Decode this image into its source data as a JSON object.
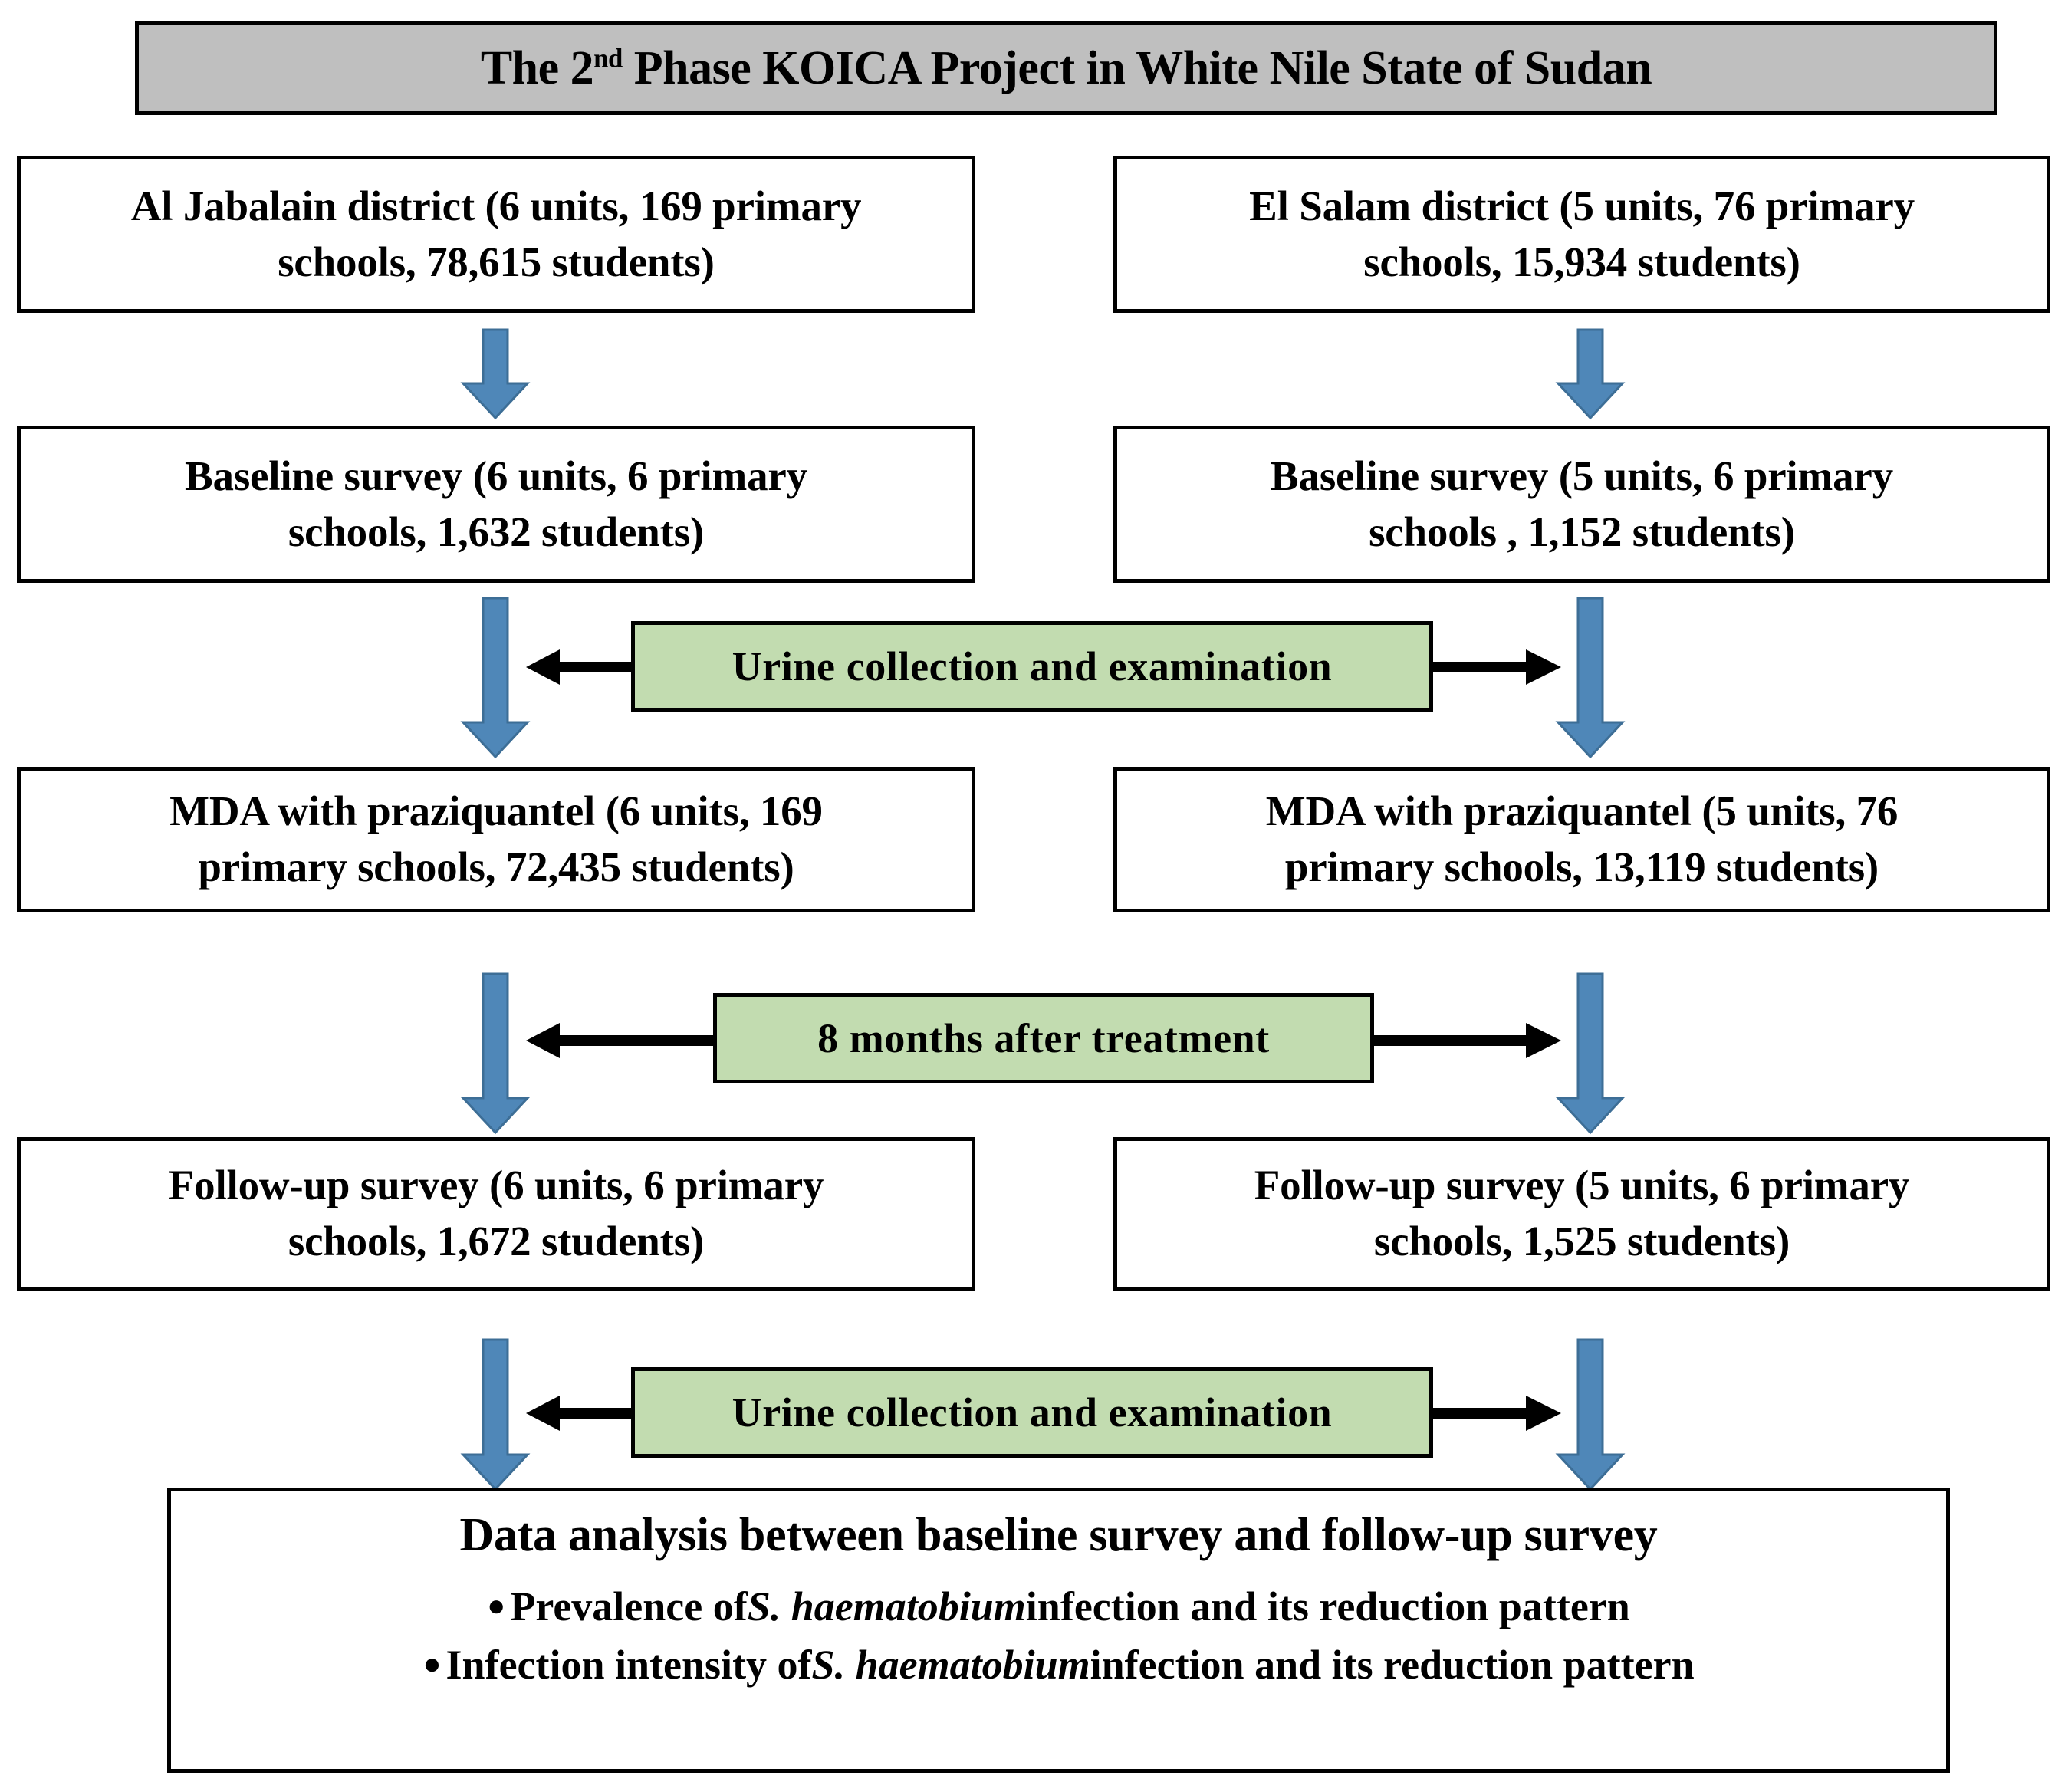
{
  "title": {
    "prefix": "The 2",
    "superscript": "nd",
    "suffix": " Phase KOICA Project in White Nile State of Sudan"
  },
  "colors": {
    "title_banner_fill": "#bfbfbf",
    "green_box_fill": "#c2dcb0",
    "blue_arrow_fill": "#4f87b8",
    "blue_arrow_stroke": "#3d6e96",
    "border": "#000000",
    "box_fill": "#ffffff"
  },
  "columns": {
    "left": {
      "district_box": {
        "line1": "Al Jabalain  district  (6 units, 169 primary",
        "line2": "schools, 78,615 students)"
      },
      "baseline_box": {
        "line1": "Baseline survey (6 units, 6 primary",
        "line2": "schools, 1,632 students)"
      },
      "mda_box": {
        "line1": "MDA with  praziquantel  (6 units, 169",
        "line2": "primary  schools, 72,435  students)"
      },
      "followup_box": {
        "line1": "Follow-up  survey (6 units, 6 primary",
        "line2": "schools, 1,672 students)"
      }
    },
    "right": {
      "district_box": {
        "line1": "El Salam  district  (5 units,  76 primary",
        "line2": "schools, 15,934 students)"
      },
      "baseline_box": {
        "line1": "Baseline survey (5 units, 6 primary",
        "line2": "schools , 1,152 students)"
      },
      "mda_box": {
        "line1": "MDA with  praziquantel  (5 units, 76",
        "line2": "primary  schools, 13,119 students)"
      },
      "followup_box": {
        "line1": "Follow-up  survey (5 units, 6 primary",
        "line2": "schools, 1,525 students)"
      }
    }
  },
  "connectors": [
    {
      "label": "Urine  collection  and  examination"
    },
    {
      "label": "8 months  after treatment"
    },
    {
      "label": "Urine  collection  and  examination"
    }
  ],
  "analysis": {
    "heading": "Data analysis between baseline survey and follow-up survey",
    "bullets": [
      {
        "dot": "●",
        "pre": "Prevalence of ",
        "species": "S. haematobium",
        "post": " infection  and its reduction  pattern"
      },
      {
        "dot": "●",
        "pre": "Infection intensity of ",
        "species": "S. haematobium",
        "post": " infection  and  its  reduction  pattern"
      }
    ]
  }
}
